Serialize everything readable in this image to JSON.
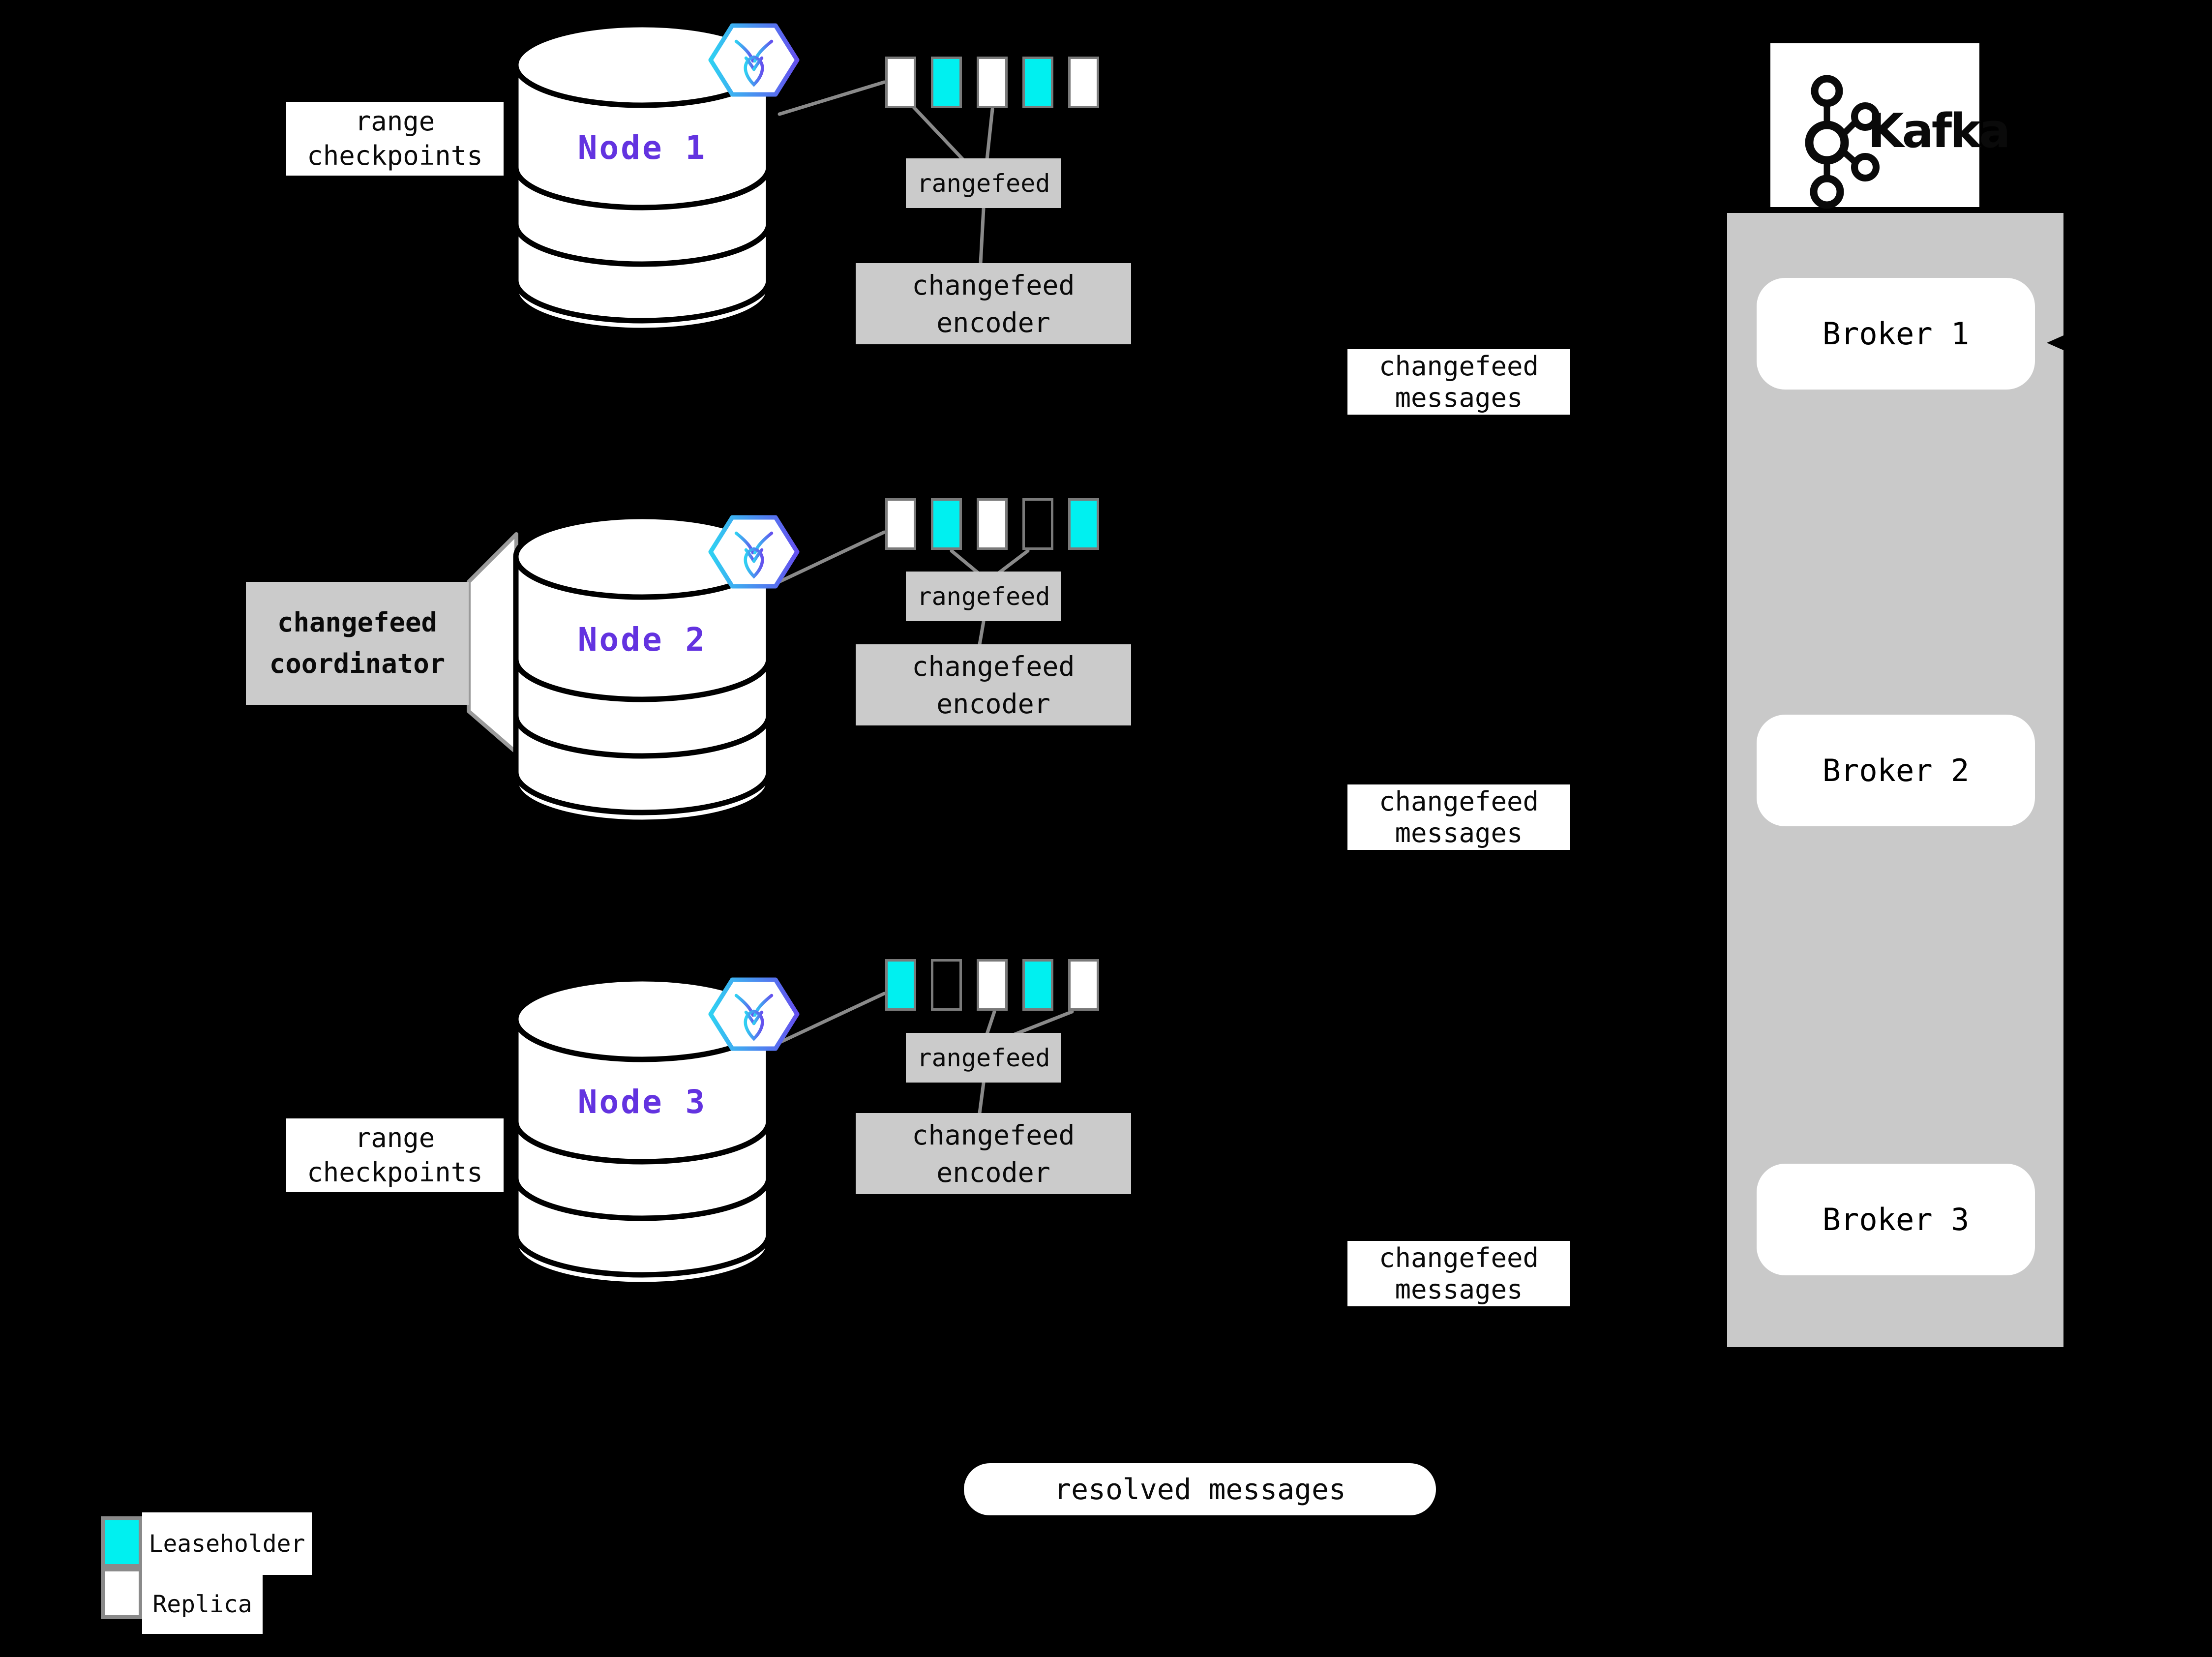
{
  "colors": {
    "background": "#000000",
    "leaseholder": "#00f0f0",
    "replica": "#ffffff",
    "empty_range": "#000000",
    "node_label": "#6333e0",
    "box_fill": "#cbcbcb",
    "kafka_column": "#c9c9c9",
    "connector_line": "#8a8a8a",
    "range_border": "#7a7a7a",
    "crdb_gradient_start": "#2fd1f2",
    "crdb_gradient_end": "#6450ee"
  },
  "icons": {
    "cockroachdb": "cockroachdb-hexagon-logo",
    "kafka": "kafka-circles-logo"
  },
  "labels": {
    "range_checkpoints": {
      "line1": "range",
      "line2": "checkpoints"
    },
    "changefeed_coordinator": {
      "line1": "changefeed",
      "line2": "coordinator"
    },
    "rangefeed": "rangefeed",
    "changefeed_encoder": {
      "line1": "changefeed",
      "line2": "encoder"
    },
    "changefeed_messages": {
      "line1": "changefeed",
      "line2": "messages"
    },
    "resolved_messages": "resolved messages"
  },
  "nodes": [
    {
      "label": "Node 1",
      "ranges": [
        "replica",
        "leaseholder",
        "replica",
        "leaseholder",
        "replica"
      ]
    },
    {
      "label": "Node 2",
      "ranges": [
        "replica",
        "leaseholder",
        "replica",
        "empty",
        "leaseholder"
      ]
    },
    {
      "label": "Node 3",
      "ranges": [
        "leaseholder",
        "empty",
        "replica",
        "leaseholder",
        "replica"
      ]
    }
  ],
  "kafka": {
    "logo_text": "Kafka",
    "brokers": [
      {
        "label": "Broker 1"
      },
      {
        "label": "Broker 2"
      },
      {
        "label": "Broker 3"
      }
    ]
  },
  "legend": {
    "items": [
      {
        "label": "Leaseholder",
        "type": "leaseholder"
      },
      {
        "label": "Replica",
        "type": "replica"
      }
    ]
  }
}
